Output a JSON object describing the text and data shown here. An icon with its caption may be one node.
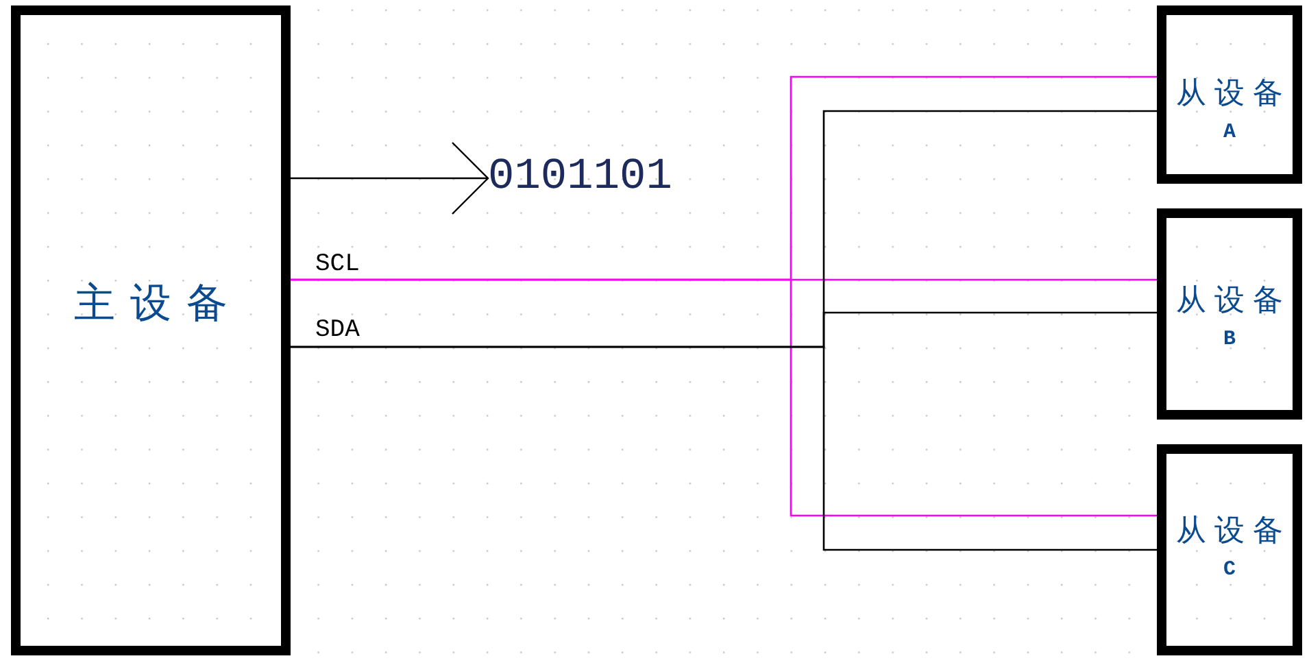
{
  "diagram": {
    "nodes": [
      {
        "text": [
          "主设备"
        ]
      },
      {
        "text": [
          "0101101"
        ]
      },
      {
        "text": [
          "从设备",
          "A"
        ]
      },
      {
        "text": [
          "从设备",
          "B"
        ]
      },
      {
        "text": [
          "从设备",
          "C"
        ]
      }
    ],
    "edges": [
      {
        "from": 0,
        "to": 1,
        "arrow": "to"
      },
      {
        "from": 0,
        "to": 2,
        "arrow": "none",
        "color": "#ff00ff"
      },
      {
        "from": 0,
        "to": 3,
        "arrow": "none",
        "color": "#ff00ff"
      },
      {
        "from": 0,
        "to": 4,
        "arrow": "none",
        "color": "#ff00ff"
      },
      {
        "from": 0,
        "to": 2,
        "arrow": "none"
      },
      {
        "from": 0,
        "to": 3,
        "arrow": "none"
      },
      {
        "from": 0,
        "to": 4,
        "arrow": "none"
      }
    ],
    "labels": [
      "SCL",
      "SDA"
    ]
  }
}
